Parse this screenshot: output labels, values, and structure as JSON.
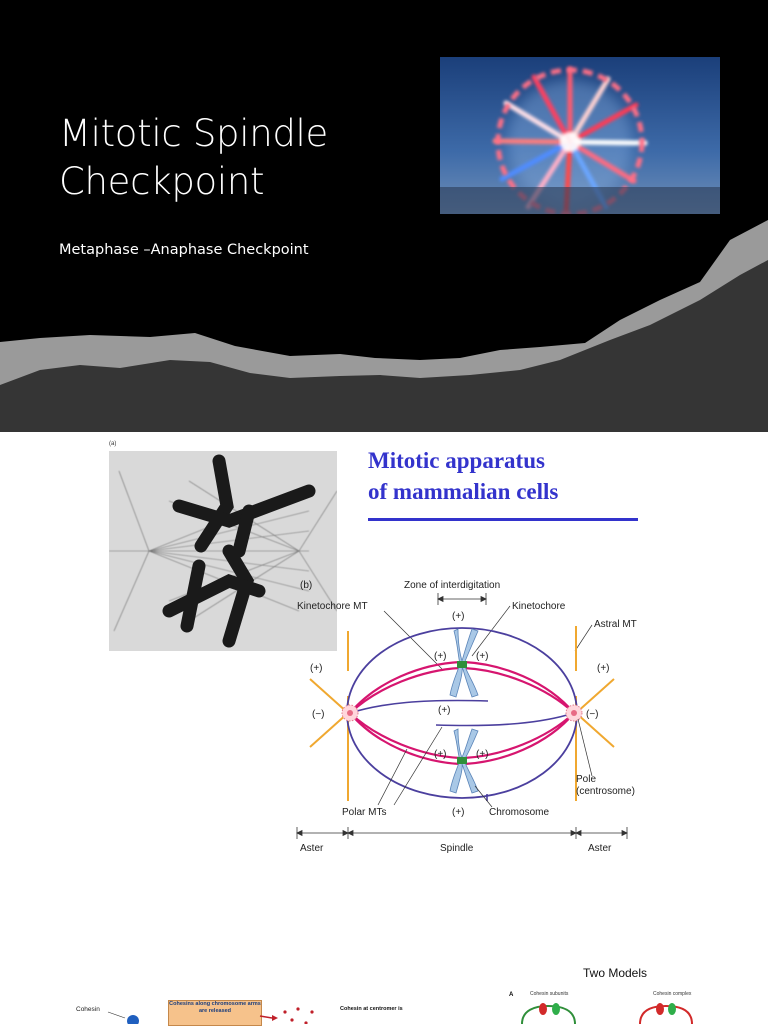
{
  "slide1": {
    "title_line1": "Mitotic Spindle",
    "title_line2": "Checkpoint",
    "subtitle": "Metaphase –Anaphase Checkpoint",
    "photo_subject": "ferris-wheel-photo"
  },
  "slide2": {
    "micro_label": "(a)",
    "title_line1": "Mitotic apparatus",
    "title_line2": "of mammalian cells",
    "title_color": "#3333cc",
    "diagram": {
      "label_b": "(b)",
      "zone": "Zone of interdigitation",
      "kinetochore_mt": "Kinetochore MT",
      "kinetochore": "Kinetochore",
      "astral_mt": "Astral MT",
      "plus": "(+)",
      "minus_left": "(−)",
      "minus_right": "(−)",
      "pole_line1": "Pole",
      "pole_line2": "(centrosome)",
      "polar_mts": "Polar MTs",
      "chromosome": "Chromosome",
      "aster_left": "Aster",
      "spindle": "Spindle",
      "aster_right": "Aster",
      "colors": {
        "kinetochore_mt": "#d6156f",
        "polar_mt": "#4b3f9e",
        "astral_mt": "#f0a830",
        "chromosome": "#a9c8e6",
        "kinetochore": "#2f8f3a"
      }
    }
  },
  "slide3": {
    "two_models": "Two Models",
    "cohesin": "Cohesin",
    "box_text": "Cohesins along chromosome arms are released",
    "centromere_text": "Cohesin at centromer is",
    "fig_a": "A",
    "cohesin_subunits": "Cohesin subunits",
    "cohesin_complex": "Cohesin complex"
  }
}
